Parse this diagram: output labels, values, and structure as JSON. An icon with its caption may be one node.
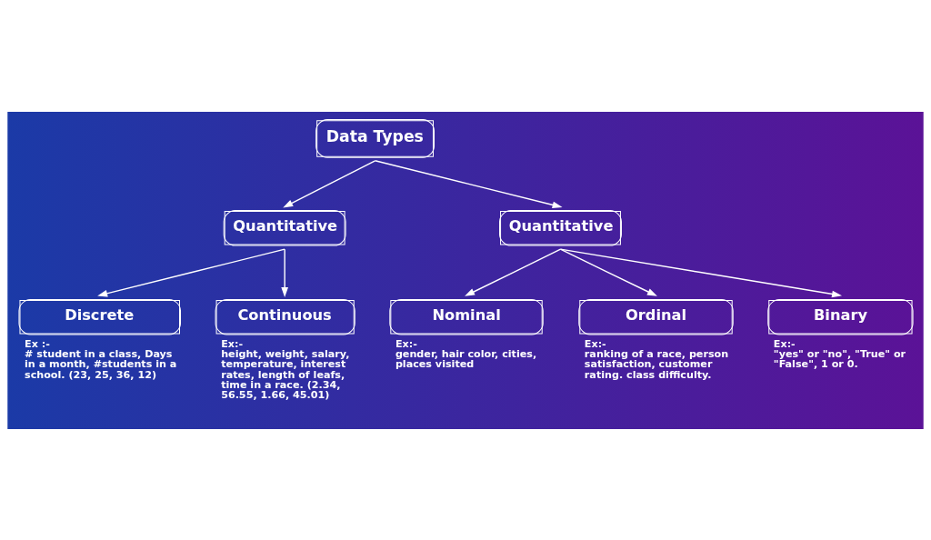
{
  "diagram": {
    "nodes": [
      {
        "text": [
          "Data Types"
        ]
      },
      {
        "text": [
          "Quantitative"
        ]
      },
      {
        "text": [
          "Quantitative"
        ]
      },
      {
        "text": [
          "Discrete"
        ],
        "beside": [
          "Ex :-",
          "# student in a class, Days in a month, #students in a school. (23, 25, 36, 12)"
        ]
      },
      {
        "text": [
          "Continuous"
        ],
        "beside": [
          "Ex:-",
          "height, weight, salary, temperature, interest rates, length of leafs, time in a race. (2.34, 56.55, 1.66, 45.01)"
        ]
      },
      {
        "text": [
          "Nominal"
        ],
        "beside": [
          "Ex:-",
          "gender, hair color, cities, places visited"
        ]
      },
      {
        "text": [
          "Ordinal"
        ],
        "beside": [
          "Ex:-",
          "ranking of a race, person satisfaction, customer rating. class difficulty."
        ]
      },
      {
        "text": [
          "Binary"
        ],
        "beside": [
          "Ex:-",
          "\"yes\" or \"no\", \"True\" or \"False\", 1 or 0."
        ]
      }
    ],
    "edges": [
      {
        "from": 0,
        "to": 1,
        "arrow": "to"
      },
      {
        "from": 0,
        "to": 2,
        "arrow": "to"
      },
      {
        "from": 1,
        "to": 3,
        "arrow": "to"
      },
      {
        "from": 1,
        "to": 4,
        "arrow": "to"
      },
      {
        "from": 2,
        "to": 5,
        "arrow": "to"
      },
      {
        "from": 2,
        "to": 6,
        "arrow": "to"
      },
      {
        "from": 2,
        "to": 7,
        "arrow": "to"
      }
    ]
  }
}
